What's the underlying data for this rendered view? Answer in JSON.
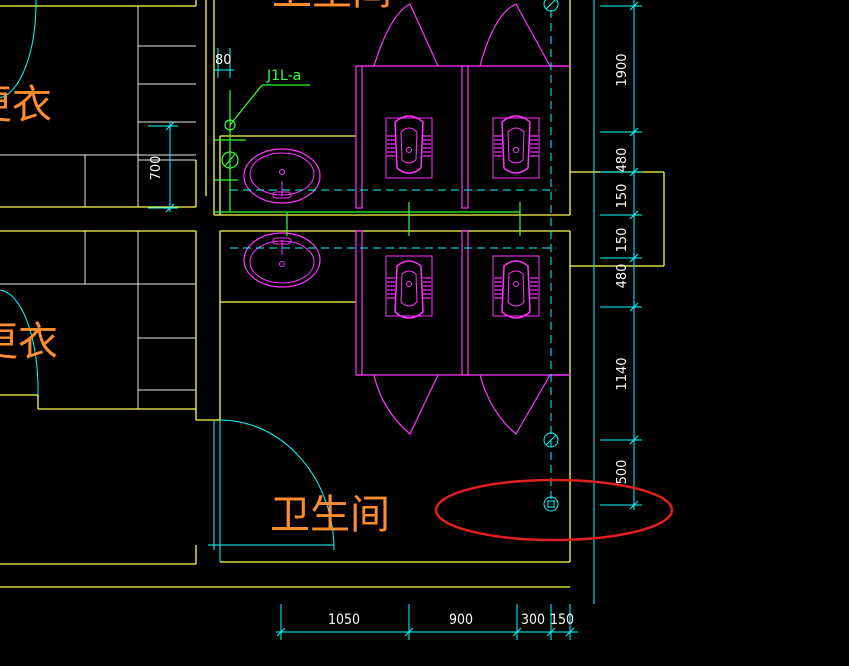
{
  "rooms": {
    "top": "卫生间",
    "bottom": "卫生间",
    "dressing_upper": "更衣",
    "dressing_lower": "更衣"
  },
  "pipe_label": "J1L-a",
  "small_dim": "80",
  "cabinet_dim": "700",
  "dims_bottom": [
    "1050",
    "900",
    "300",
    "150"
  ],
  "dims_right": [
    "1900",
    "480",
    "150",
    "150",
    "480",
    "1140",
    "500"
  ],
  "colors": {
    "background": "#000000",
    "wall": "#ffff4d",
    "fixture": "#ff33ff",
    "dimension": "#00ffff",
    "pipe": "#33ff33",
    "room_text": "#ff8c2e",
    "highlight": "#e02020"
  }
}
